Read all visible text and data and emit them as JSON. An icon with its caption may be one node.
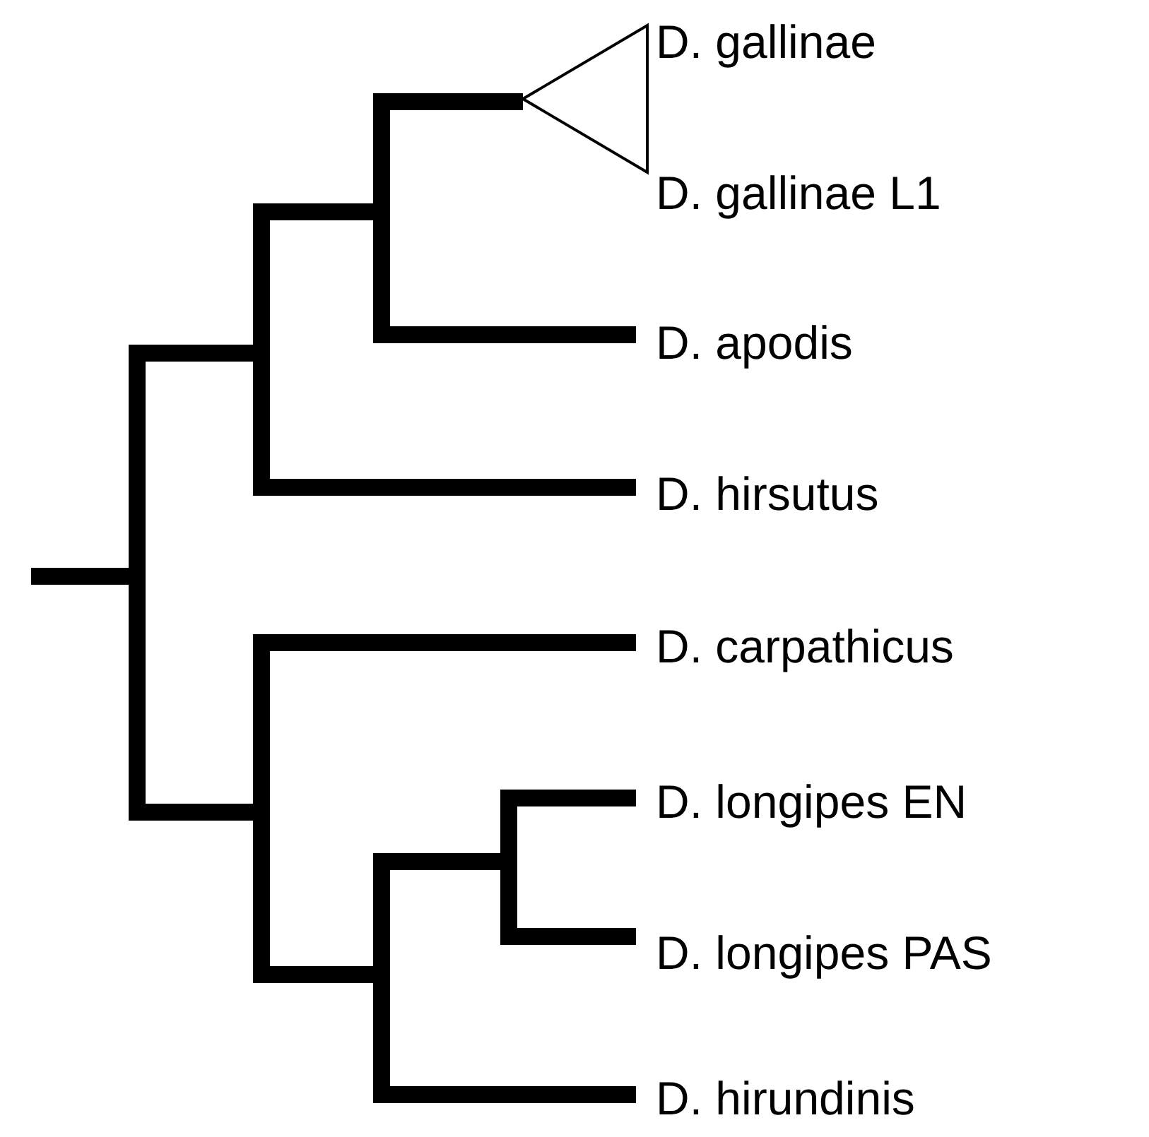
{
  "diagram": {
    "labels": [
      "D. gallinae",
      "D. gallinae L1",
      "D. apodis",
      "D. hirsutus",
      "D. carpathicus",
      "D. longipes EN",
      "D. longipes PAS",
      "D. hirundinis"
    ]
  }
}
